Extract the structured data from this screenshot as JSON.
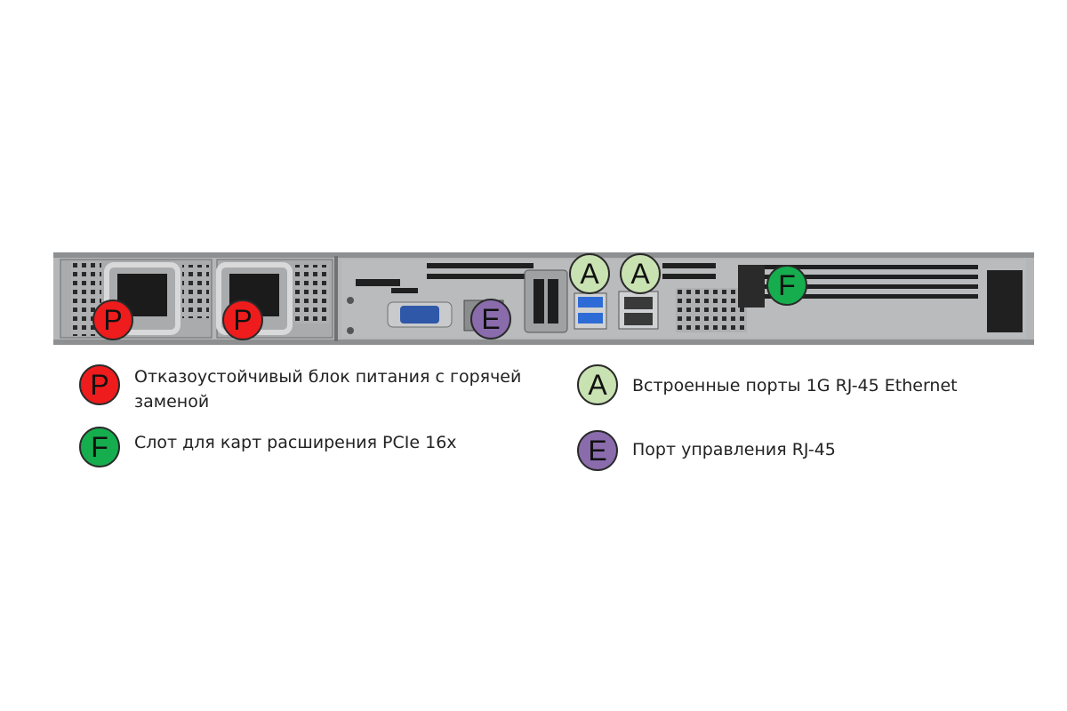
{
  "colors": {
    "power_supply": "#ee1c1c",
    "onboard_ports": "#c9e2b1",
    "pcie_slot": "#16ad4e",
    "management_port": "#8a6cad"
  },
  "markers": {
    "power_supply": "P",
    "onboard_ports": "A",
    "pcie_slot": "F",
    "management_port": "E"
  },
  "legend": {
    "power_supply": "Отказоустойчивый блок питания с горячей заменой",
    "pcie_slot": "Слот для карт расширения PCIe 16x",
    "onboard_ports": "Встроенные порты 1G RJ-45 Ethernet",
    "management_port": "Порт управления RJ-45"
  }
}
